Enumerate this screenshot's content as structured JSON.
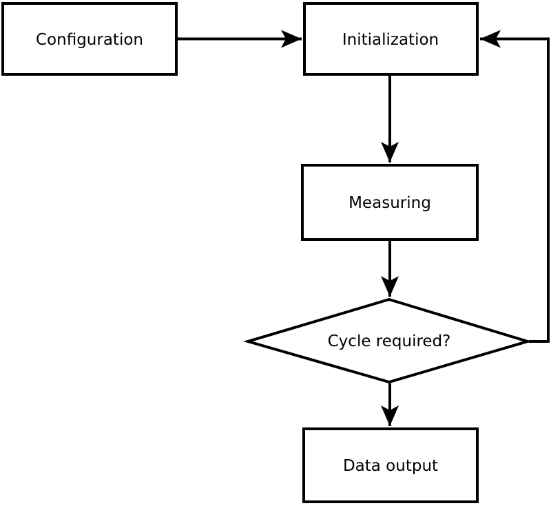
{
  "diagram": {
    "type": "flowchart",
    "background_color": "#ffffff",
    "stroke_color": "#000000",
    "text_color": "#000000",
    "nodes": [
      {
        "id": "configuration",
        "label": "Configuration",
        "shape": "rectangle"
      },
      {
        "id": "initialization",
        "label": "Initialization",
        "shape": "rectangle"
      },
      {
        "id": "measuring",
        "label": "Measuring",
        "shape": "rectangle"
      },
      {
        "id": "cycle-required",
        "label": "Cycle required?",
        "shape": "diamond"
      },
      {
        "id": "data-output",
        "label": "Data output",
        "shape": "rectangle"
      }
    ],
    "edges": [
      {
        "from": "configuration",
        "to": "initialization",
        "kind": "straight"
      },
      {
        "from": "initialization",
        "to": "measuring",
        "kind": "straight"
      },
      {
        "from": "measuring",
        "to": "cycle-required",
        "kind": "straight"
      },
      {
        "from": "cycle-required",
        "to": "data-output",
        "kind": "straight"
      },
      {
        "from": "cycle-required",
        "to": "initialization",
        "kind": "loop-back-right"
      }
    ]
  }
}
